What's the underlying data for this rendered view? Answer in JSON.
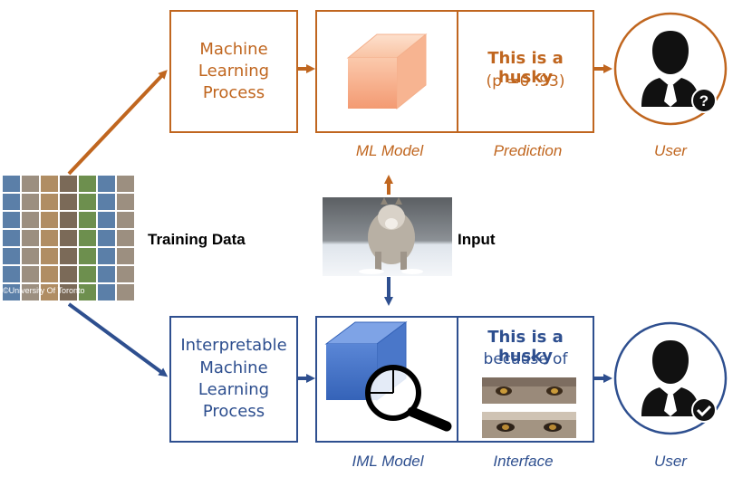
{
  "training": {
    "label": "Training Data",
    "watermark": "©University Of Toronto"
  },
  "input": {
    "label": "Input"
  },
  "top": {
    "process_label": "Machine Learning Process",
    "model_caption": "ML Model",
    "prediction_caption": "Prediction",
    "prediction_title": "This is a husky",
    "prediction_prob": "(p =0 .93)",
    "user_caption": "User"
  },
  "bottom": {
    "process_label": "Interpretable Machine Learning Process",
    "model_caption": "IML Model",
    "interface_caption": "Interface",
    "interface_title": "This is a husky",
    "interface_because": "because of",
    "user_caption": "User"
  },
  "colors": {
    "orange": "#c0661f",
    "blue": "#2e4f8f"
  }
}
